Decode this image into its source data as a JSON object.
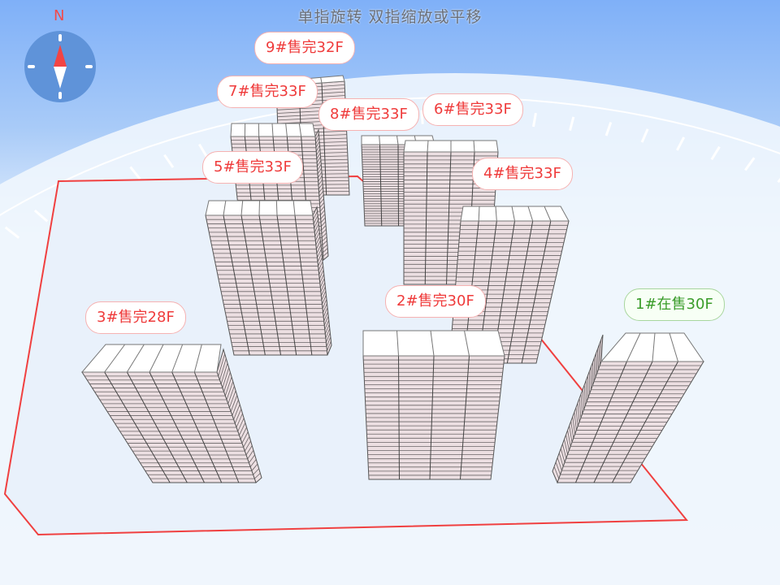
{
  "hint": "单指旋转 双指缩放或平移",
  "compass": {
    "north_label": "N"
  },
  "colors": {
    "sold": "#ef3b3b",
    "on_sale": "#3a9c2a",
    "boundary": "#f04040",
    "facade": "#ecdfe2"
  },
  "buildings": [
    {
      "id": "1",
      "label": "1#在售30F",
      "status": "在售",
      "floors": 30
    },
    {
      "id": "2",
      "label": "2#售完30F",
      "status": "售完",
      "floors": 30
    },
    {
      "id": "3",
      "label": "3#售完28F",
      "status": "售完",
      "floors": 28
    },
    {
      "id": "4",
      "label": "4#售完33F",
      "status": "售完",
      "floors": 33
    },
    {
      "id": "5",
      "label": "5#售完33F",
      "status": "售完",
      "floors": 33
    },
    {
      "id": "6",
      "label": "6#售完33F",
      "status": "售完",
      "floors": 33
    },
    {
      "id": "7",
      "label": "7#售完33F",
      "status": "售完",
      "floors": 33
    },
    {
      "id": "8",
      "label": "8#售完33F",
      "status": "售完",
      "floors": 33
    },
    {
      "id": "9",
      "label": "9#售完32F",
      "status": "售完",
      "floors": 32
    }
  ]
}
